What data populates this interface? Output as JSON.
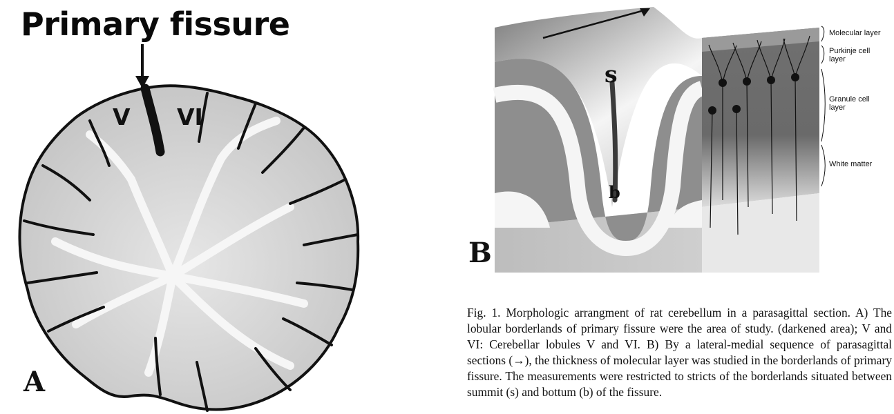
{
  "panel_a": {
    "title": "Primary fissure",
    "lobule_v": "V",
    "lobule_vi": "VI",
    "panel_letter": "A"
  },
  "panel_b": {
    "label_summit": "s",
    "label_bottom": "b",
    "panel_letter": "B",
    "layers": {
      "molecular": "Molecular layer",
      "purkinje": "Purkinje cell layer",
      "granule": "Granule cell layer",
      "white": "White matter"
    }
  },
  "caption": {
    "text": "Fig. 1. Morphologic arrangment of rat cerebellum in a parasagittal section. A) The lobular borderlands of primary fissure were the area of study. (darkened area); V and VI: Cerebellar lobules V and VI. B) By a lateral-medial sequence of parasagittal sections (→), the thickness of molecular layer was studied in the borderlands of primary fissure. The measurements were restricted to stricts of the borderlands situated between summit (s) and bottum (b) of the fissure."
  },
  "colors": {
    "grey_matter": "#cfcfcf",
    "white_matter": "#f2f2f2",
    "outline": "#111111",
    "block_grey": "#8c8c8c"
  }
}
